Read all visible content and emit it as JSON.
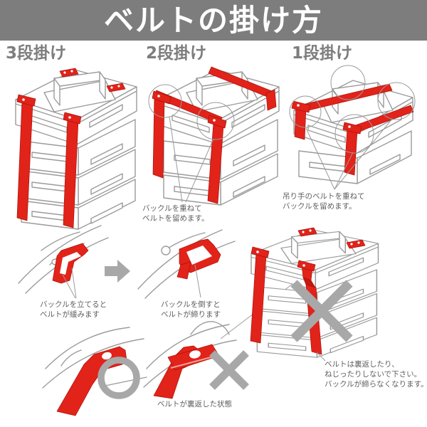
{
  "header": {
    "title": "ベルトの掛け方"
  },
  "sections": {
    "three_tier": {
      "label": "3段掛け"
    },
    "two_tier": {
      "label": "2段掛け",
      "caption": "バックルを重ねて\nベルトを留めます。"
    },
    "one_tier": {
      "label": "1段掛け",
      "caption": "吊り手のベルトを重ねて\nバックルを留めます。"
    }
  },
  "buckle_steps": {
    "loosen": {
      "caption": "バックルを立てると\nベルトが緩みます"
    },
    "tighten": {
      "caption": "バックルを倒すと\nベルトが締ります"
    }
  },
  "belt_states": {
    "flipped": {
      "caption": "ベルトが裏返した状態"
    },
    "warning": {
      "caption": "ベルトは裏返したり、\nねじったりしないで下さい。\nバックルが締らなくなります。"
    }
  },
  "icons": {
    "ok_mark": "circle-ok",
    "ng_mark": "cross-ng",
    "next_arrow": "arrow-right"
  },
  "colors": {
    "header_bg": "#7d7d7d",
    "header_text": "#ffffff",
    "section_label": "#7d7d7d",
    "line_art": "#9b9b9b",
    "belt_red": "#e2231a",
    "mark_gray": "#a8a8a8",
    "caption_text": "#5f5f5f"
  }
}
